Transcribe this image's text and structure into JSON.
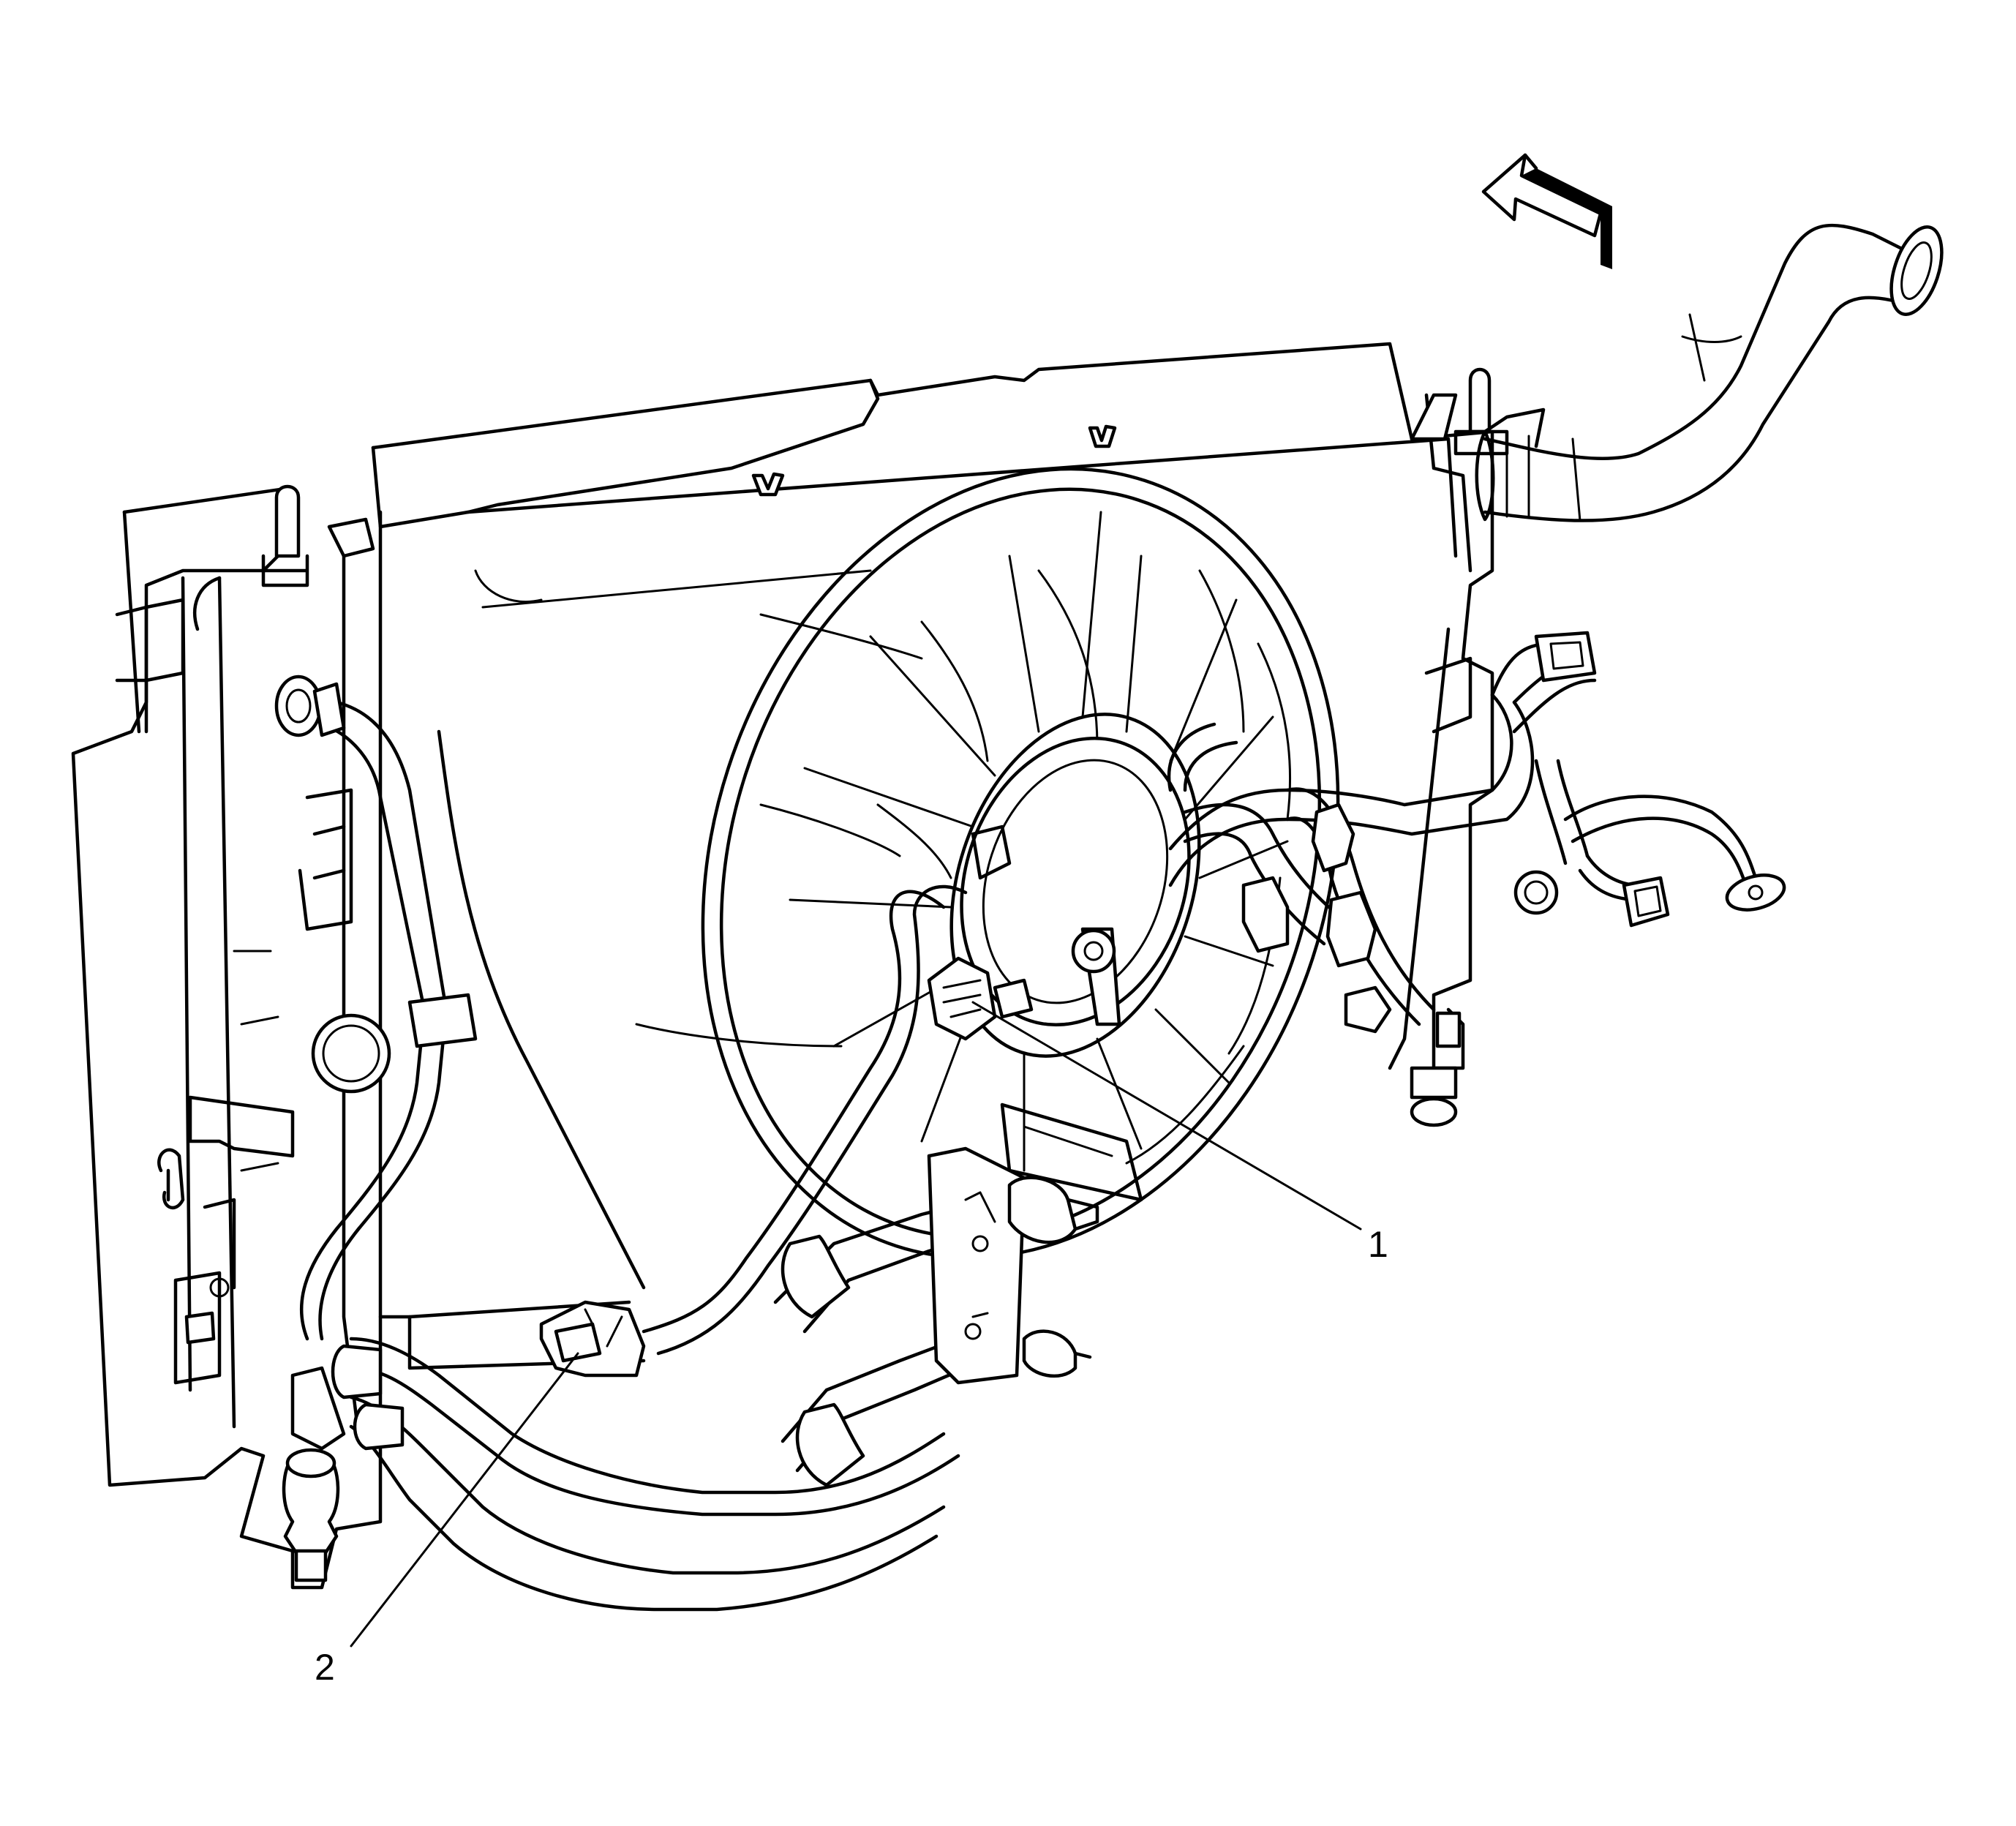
{
  "callouts": [
    {
      "id": "1",
      "text": "1"
    },
    {
      "id": "2",
      "text": "2"
    }
  ],
  "icons": [
    "direction-arrow-icon"
  ],
  "colors": {
    "line": "#000000",
    "background": "#ffffff"
  }
}
